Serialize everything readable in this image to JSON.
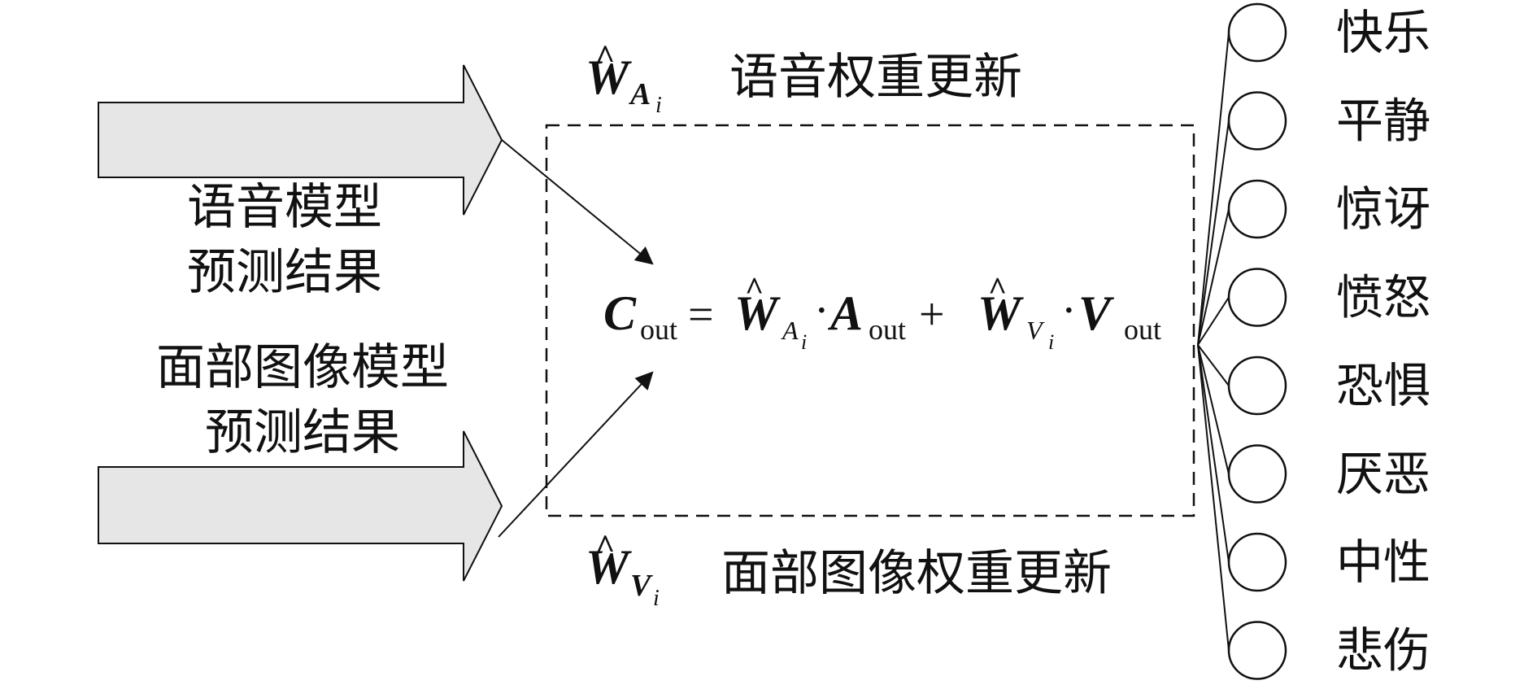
{
  "inputs": {
    "speech_label_line1": "语音模型",
    "speech_label_line2": "预测结果",
    "face_label_line1": "面部图像模型",
    "face_label_line2": "预测结果"
  },
  "weights": {
    "speech_symbol": "W",
    "speech_subscript": "A",
    "speech_index": "i",
    "speech_caption": "语音权重更新",
    "face_symbol": "W",
    "face_subscript": "V",
    "face_index": "i",
    "face_caption": "面部图像权重更新"
  },
  "formula": {
    "lhs_symbol": "C",
    "lhs_sub": "out",
    "equals": "=",
    "w1_symbol": "W",
    "w1_sub": "A",
    "w1_index": "i",
    "dot1": "·",
    "a_symbol": "A",
    "a_sub": "out",
    "plus": "+",
    "w2_symbol": "W",
    "w2_sub": "V",
    "w2_index": "i",
    "dot2": "·",
    "v_symbol": "V",
    "v_sub": "out"
  },
  "outputs": [
    "快乐",
    "平静",
    "惊讶",
    "愤怒",
    "恐惧",
    "厌恶",
    "中性",
    "悲伤"
  ]
}
